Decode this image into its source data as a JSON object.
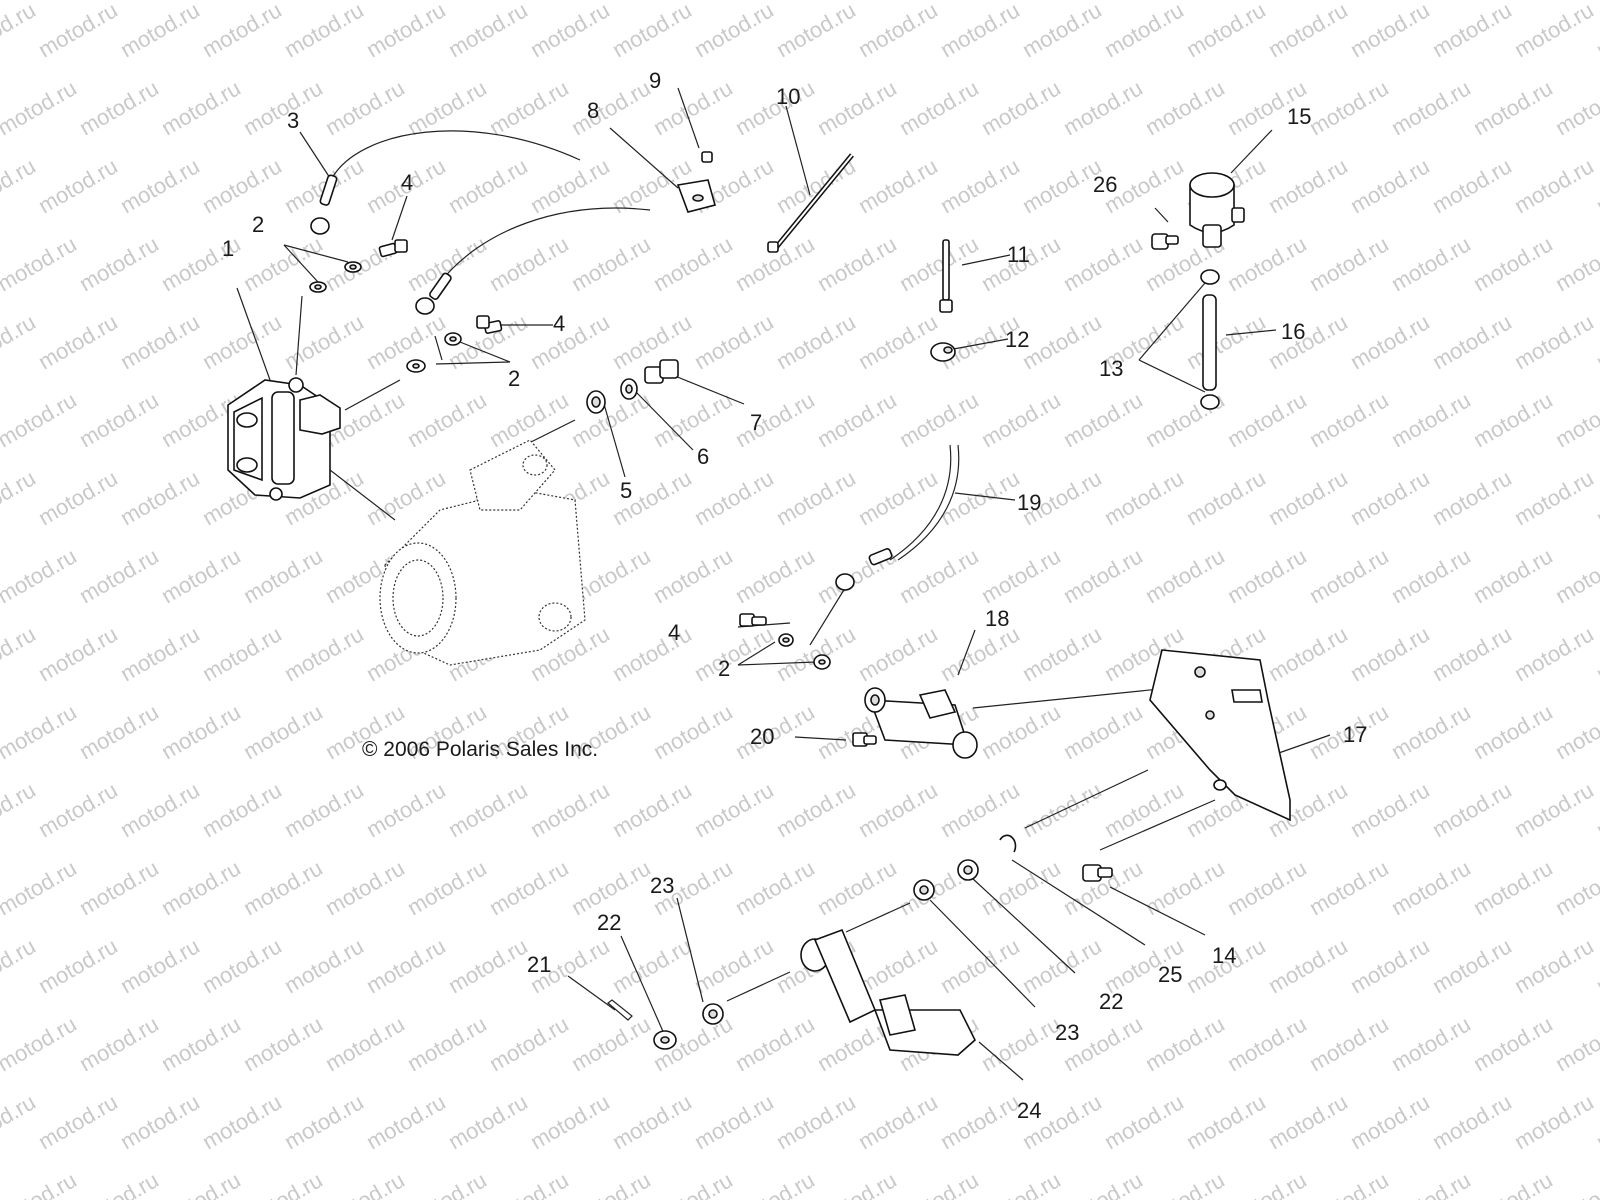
{
  "watermark": {
    "text": "motod.ru"
  },
  "copyright": "© 2006 Polaris Sales Inc.",
  "callouts": [
    "1",
    "2",
    "2",
    "2",
    "3",
    "4",
    "4",
    "4",
    "5",
    "6",
    "7",
    "8",
    "9",
    "10",
    "11",
    "12",
    "13",
    "14",
    "15",
    "16",
    "17",
    "18",
    "19",
    "20",
    "21",
    "22",
    "22",
    "23",
    "23",
    "24",
    "25",
    "26"
  ]
}
